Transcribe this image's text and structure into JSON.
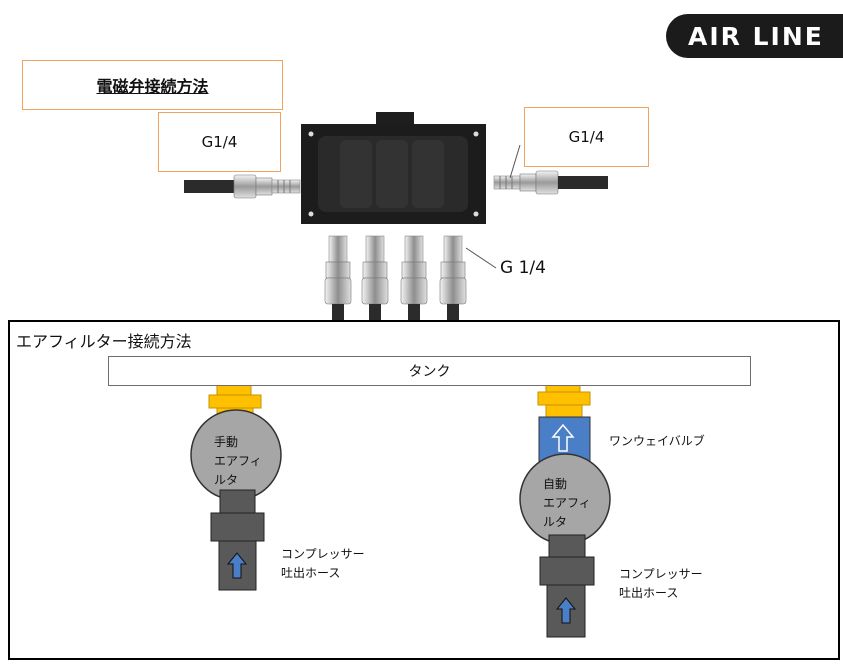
{
  "logo": {
    "text": "AIR LINE"
  },
  "solenoid": {
    "title": "電磁弁接続方法",
    "left_port": "G1/4",
    "right_port": "G1/4",
    "bottom_port": "G 1/4"
  },
  "filter": {
    "title": "エアフィルター接続方法",
    "tank_label": "タンク",
    "manual": {
      "name_line1": "手動",
      "name_line2": "エアフィ",
      "name_line3": "ルタ",
      "hose_line1": "コンプレッサー",
      "hose_line2": "吐出ホース"
    },
    "auto": {
      "valve_label": "ワンウェイバルブ",
      "name_line1": "自動",
      "name_line2": "エアフィ",
      "name_line3": "ルタ",
      "hose_line1": "コンプレッサー",
      "hose_line2": "吐出ホース"
    }
  },
  "colors": {
    "orange_border": "#f2a35e",
    "fitting_yellow": "#ffc000",
    "valve_blue": "#4a7ec7",
    "filter_gray": "#a6a6a6",
    "pipe_gray": "#595959"
  }
}
